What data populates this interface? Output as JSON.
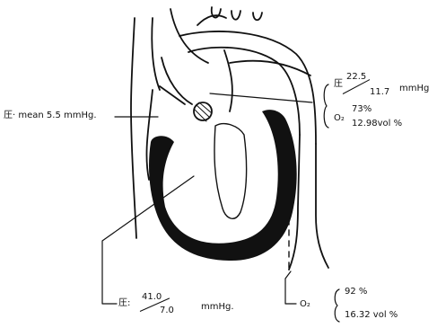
{
  "labels": {
    "left_pressure": {
      "prefix": "圧·",
      "text": "mean 5.5 mmHg."
    },
    "top_right": {
      "pressure_prefix": "圧",
      "pressure_num": "22.5",
      "pressure_den": "11.7",
      "pressure_unit": "mmHg",
      "o2_prefix": "O₂",
      "o2_percent": "73%",
      "o2_vol": "12.98vol %"
    },
    "bottom_left": {
      "prefix": "圧:",
      "num": "41.0",
      "den": "7.0",
      "unit": "mmHg."
    },
    "bottom_right": {
      "o2_prefix": "O₂",
      "o2_percent": "92 %",
      "o2_vol": "16.32 vol %"
    }
  }
}
